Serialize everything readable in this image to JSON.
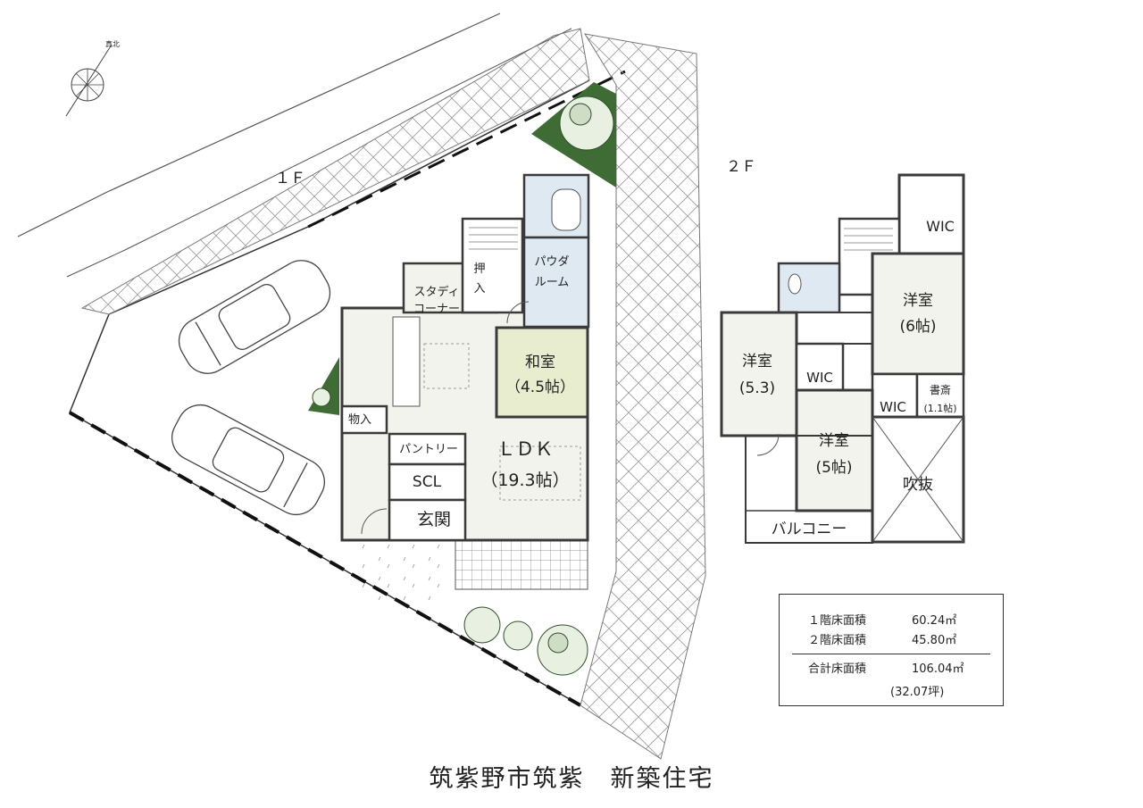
{
  "compass": {
    "north_label": "真北"
  },
  "floor1": {
    "label": "１Ｆ",
    "rooms": {
      "study_l1": "スタディ",
      "study_l2": "コーナー",
      "oshiire_l1": "押",
      "oshiire_l2": "入",
      "powder_l1": "パウダ",
      "powder_l2": "ルーム",
      "washitsu_l1": "和室",
      "washitsu_l2": "（4.5帖）",
      "monoire": "物入",
      "pantry": "パントリー",
      "ldk_l1": "ＬＤＫ",
      "ldk_l2": "（19.3帖）",
      "scl": "SCL",
      "genkan": "玄関"
    }
  },
  "floor2": {
    "label": "２Ｆ",
    "rooms": {
      "wic_top": "WIC",
      "yoshitsu6_l1": "洋室",
      "yoshitsu6_l2": "(6帖)",
      "yoshitsu53_l1": "洋室",
      "yoshitsu53_l2": "(5.3)",
      "wic_mid": "WIC",
      "yoshitsu5_l1": "洋室",
      "yoshitsu5_l2": "(5帖)",
      "wic_small": "WIC",
      "shosai_l1": "書斎",
      "shosai_l2": "(1.1帖)",
      "fukinuke": "吹抜",
      "balcony": "バルコニー"
    }
  },
  "area_table": {
    "floor1_label": "１階床面積",
    "floor1_value": "60.24㎡",
    "floor2_label": "２階床面積",
    "floor2_value": "45.80㎡",
    "total_label": "合計床面積",
    "total_value": "106.04㎡",
    "total_tsubo": "(32.07坪)"
  },
  "title": "筑紫野市筑紫　新築住宅",
  "colors": {
    "wall": "#3a3a3a",
    "floor_light": "#f3f3ee",
    "tatami": "#e9edd0",
    "wet_area": "#dfe9f2",
    "planting": "#3f6b35",
    "hatch": "#9a9a9a"
  }
}
